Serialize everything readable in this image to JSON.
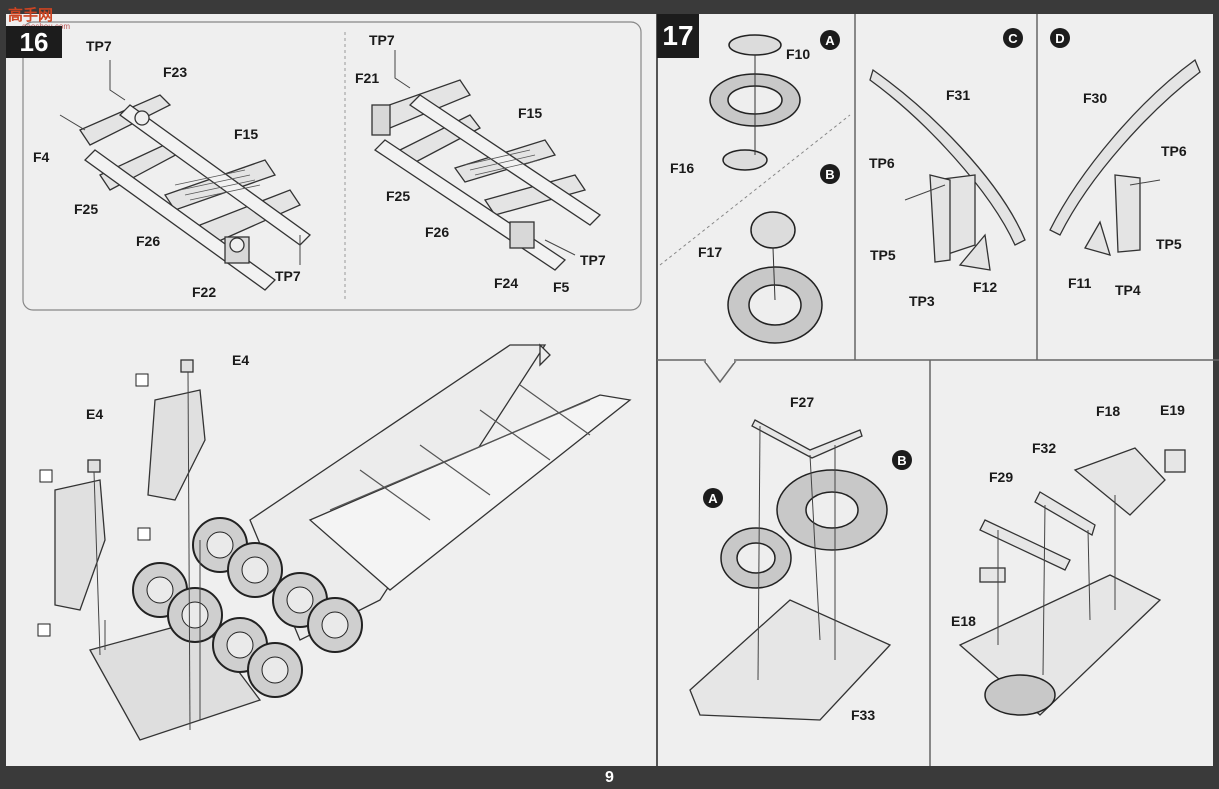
{
  "watermark": {
    "text": "高手网",
    "url": "gaoshou.com"
  },
  "step16": {
    "number": "16",
    "labels": {
      "tp7_a": "TP7",
      "f23": "F23",
      "f15_a": "F15",
      "f4": "F4",
      "f25_a": "F25",
      "f26_a": "F26",
      "f22": "F22",
      "tp7_b": "TP7",
      "tp7_c": "TP7",
      "f21": "F21",
      "f15_b": "F15",
      "f25_b": "F25",
      "f26_b": "F26",
      "f24": "F24",
      "f5": "F5",
      "tp7_d": "TP7",
      "e4_a": "E4",
      "e4_b": "E4"
    }
  },
  "step17": {
    "number": "17",
    "panel_a": {
      "badge": "A",
      "f10": "F10",
      "f16": "F16"
    },
    "panel_b": {
      "badge": "B",
      "f17": "F17"
    },
    "panel_c": {
      "badge": "C",
      "f31": "F31",
      "tp6": "TP6",
      "tp5": "TP5",
      "tp3": "TP3",
      "f12": "F12"
    },
    "panel_d": {
      "badge": "D",
      "f30": "F30",
      "tp6": "TP6",
      "tp5": "TP5",
      "f11": "F11",
      "tp4": "TP4"
    },
    "bottom_left": {
      "f27": "F27",
      "a": "A",
      "b": "B",
      "f33": "F33"
    },
    "bottom_right": {
      "f18": "F18",
      "e19": "E19",
      "f32": "F32",
      "f29": "F29",
      "e18": "E18"
    }
  },
  "footer": {
    "page_number": "9"
  }
}
